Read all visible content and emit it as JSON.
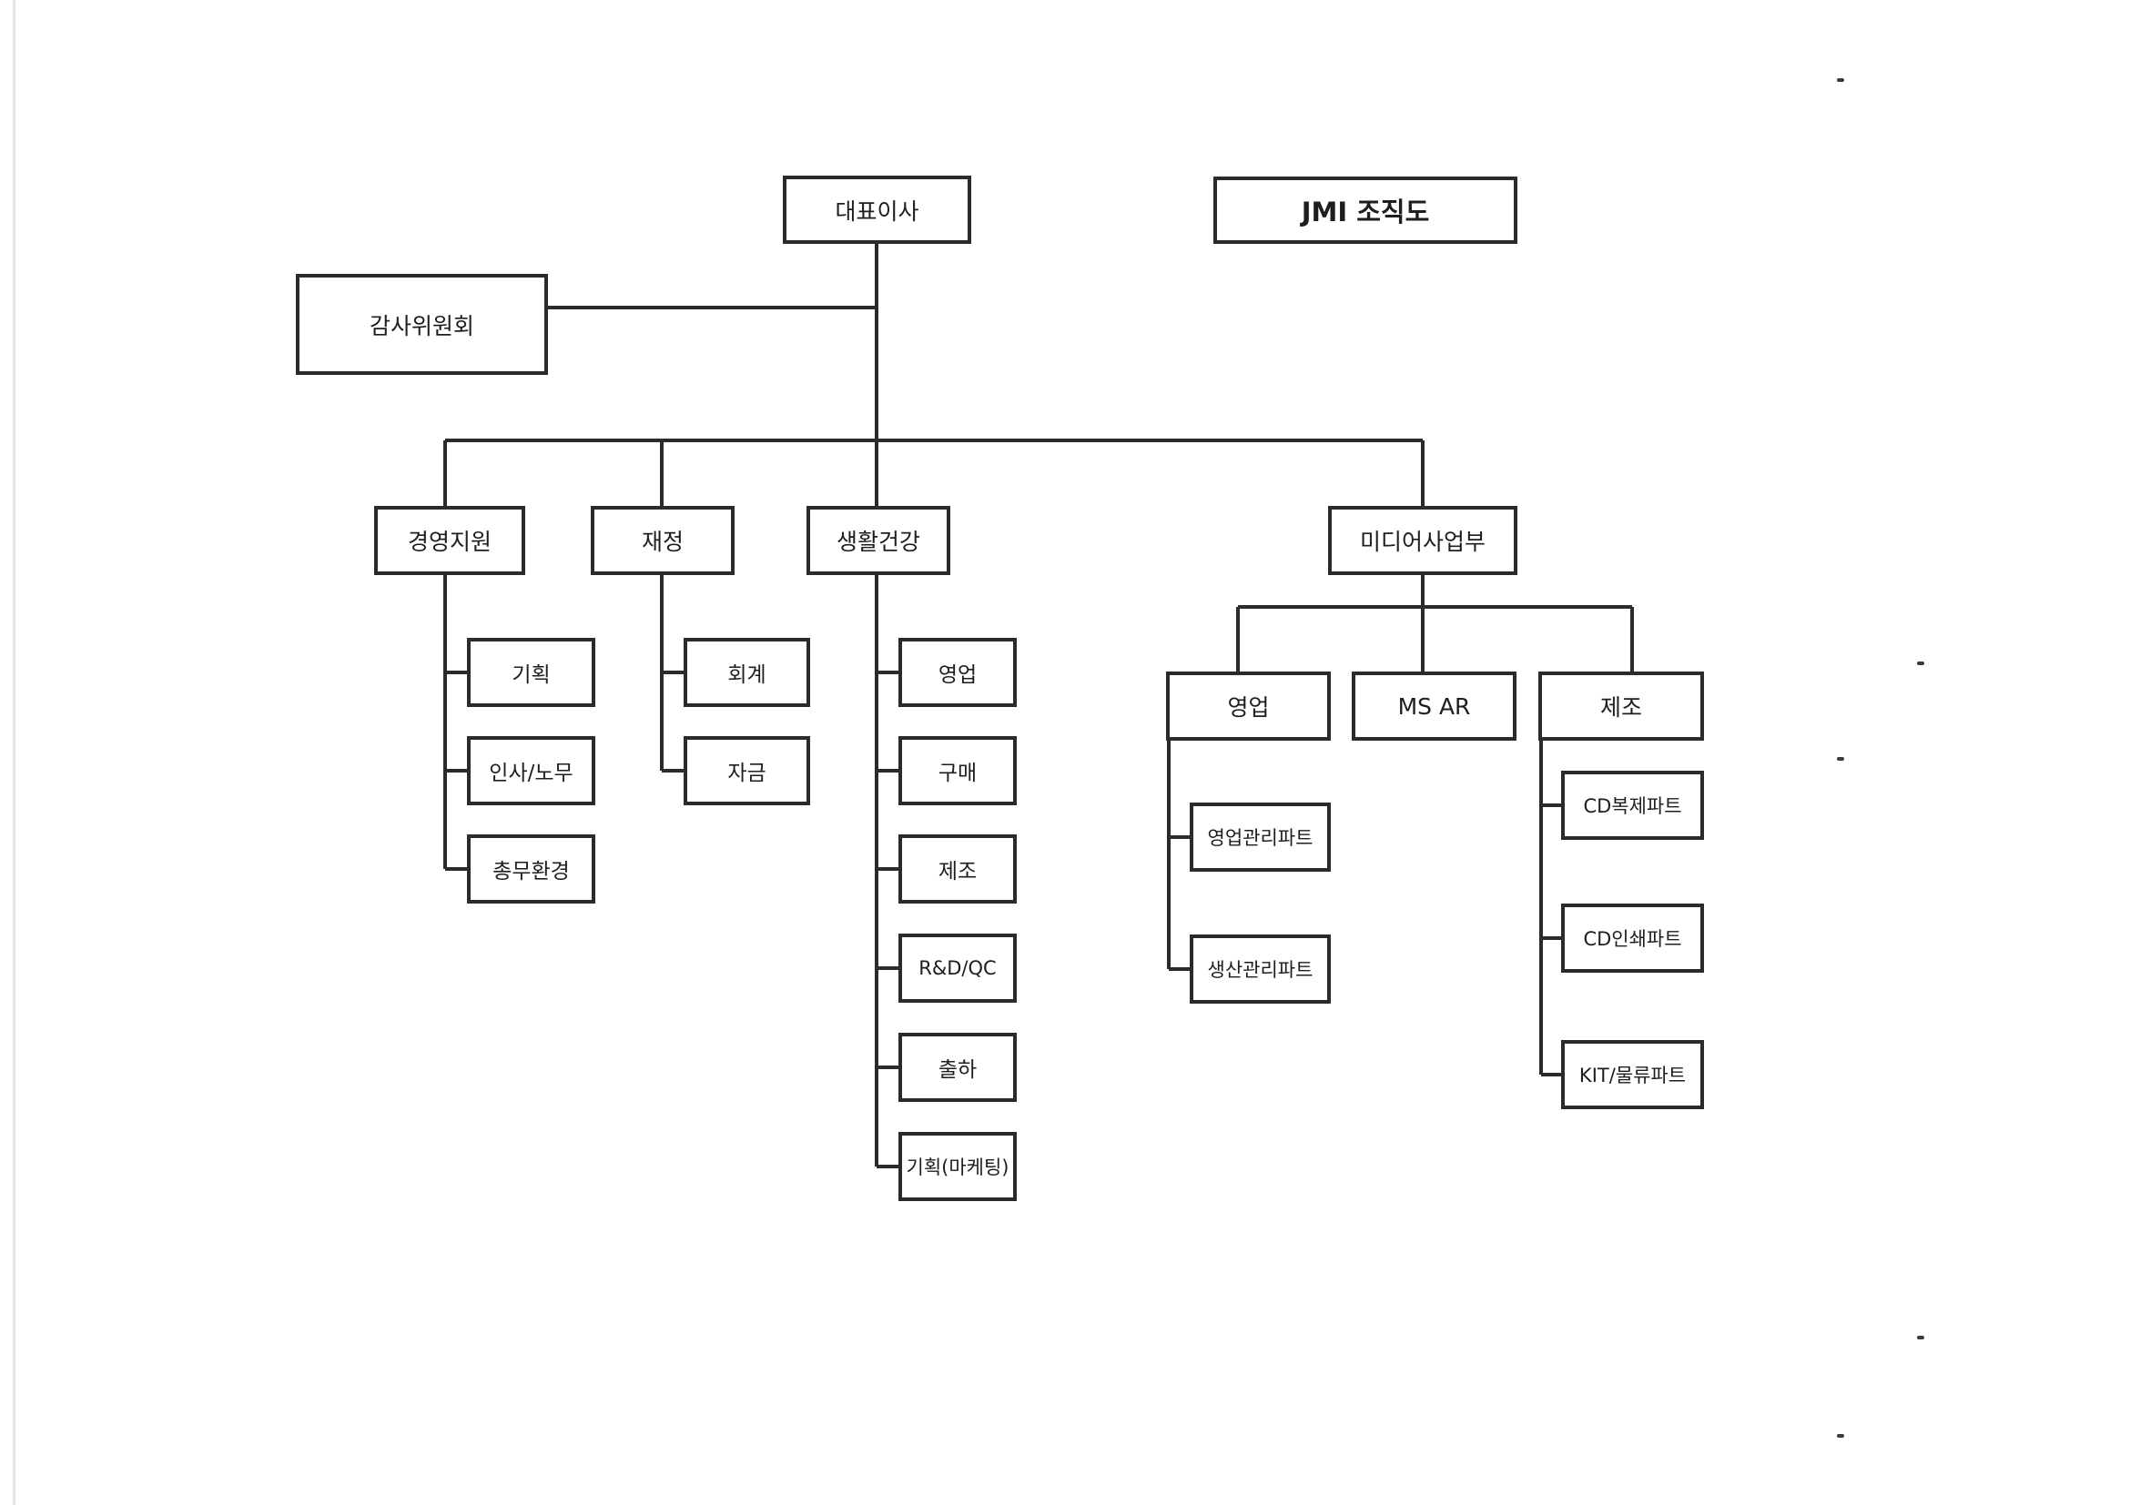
{
  "title": "JMI 조직도",
  "ceo": "대표이사",
  "audit": "감사위원회",
  "divisions": {
    "management": {
      "label": "경영지원",
      "teams": [
        "기획",
        "인사/노무",
        "총무환경"
      ]
    },
    "finance": {
      "label": "재정",
      "teams": [
        "회계",
        "자금"
      ]
    },
    "health": {
      "label": "생활건강",
      "teams": [
        "영업",
        "구매",
        "제조",
        "R&D/QC",
        "출하",
        "기획(마케팅)"
      ]
    },
    "media": {
      "label": "미디어사업부",
      "sales": {
        "label": "영업",
        "parts": [
          "영업관리파트",
          "생산관리파트"
        ]
      },
      "msar": {
        "label": "MS AR"
      },
      "manufacturing": {
        "label": "제조",
        "parts": [
          "CD복제파트",
          "CD인쇄파트",
          "KIT/물류파트"
        ]
      }
    }
  }
}
